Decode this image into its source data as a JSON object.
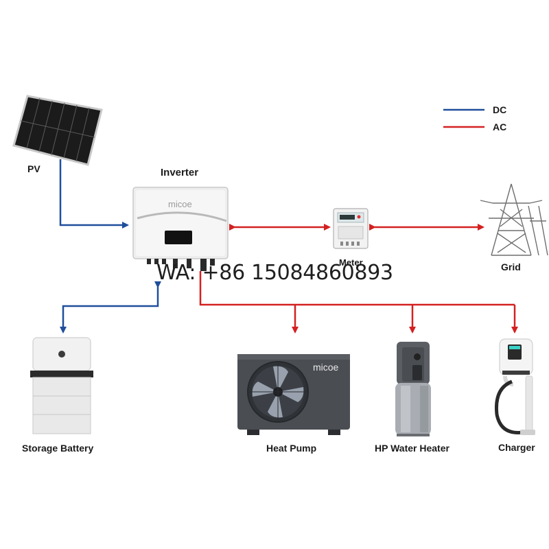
{
  "legend": {
    "dc_label": "DC",
    "ac_label": "AC",
    "dc_color": "#1f4e9c",
    "ac_color": "#d42020"
  },
  "components": {
    "pv": "PV",
    "inverter": "Inverter",
    "inverter_brand": "micoe",
    "meter": "Meter",
    "grid": "Grid",
    "storage_battery": "Storage Battery",
    "heat_pump": "Heat Pump",
    "heat_pump_brand": "micoe",
    "hp_water_heater": "HP Water Heater",
    "charger": "Charger"
  },
  "watermark": "WA: +86 15084860893"
}
